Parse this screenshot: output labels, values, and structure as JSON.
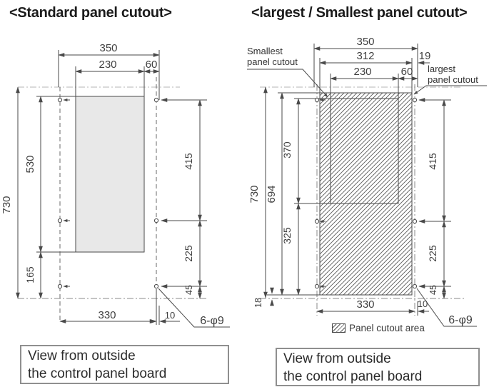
{
  "titles": {
    "standard": "<Standard panel cutout>",
    "largest_smallest": "<largest / Smallest panel cutout>"
  },
  "standard_drawing": {
    "dims": {
      "overall_width": "350",
      "cutout_width": "230",
      "right_margin": "60",
      "overall_height": "730",
      "cutout_height": "530",
      "bottom_section": "165",
      "hole_top_to_mid": "415",
      "hole_mid_to_bottom": "225",
      "hole_bottom_offset": "45",
      "hole_span": "330",
      "hole_edge_offset": "10"
    },
    "hole_callout": "6-φ9",
    "caption": {
      "line1": "View from outside",
      "line2": "the control panel board"
    }
  },
  "adjustable_drawing": {
    "labels": {
      "smallest_line1": "Smallest",
      "smallest_line2": "panel cutout",
      "largest_line1": "largest",
      "largest_line2": "panel cutout"
    },
    "dims": {
      "overall_width": "350",
      "largest_width": "312",
      "largest_side_margin": "19",
      "smallest_width": "230",
      "right_margin": "60",
      "overall_height": "730",
      "largest_height": "694",
      "smallest_height": "370",
      "smallest_to_largest_bottom": "325",
      "largest_bottom_margin": "18",
      "hole_top_to_mid": "415",
      "hole_mid_to_bottom": "225",
      "hole_bottom_offset": "45",
      "hole_span": "330",
      "hole_edge_offset": "10"
    },
    "hole_callout": "6-φ9",
    "legend": {
      "panel_cutout_area": "Panel cutout area"
    },
    "caption": {
      "line1": "View from outside",
      "line2": "the control panel board"
    }
  }
}
